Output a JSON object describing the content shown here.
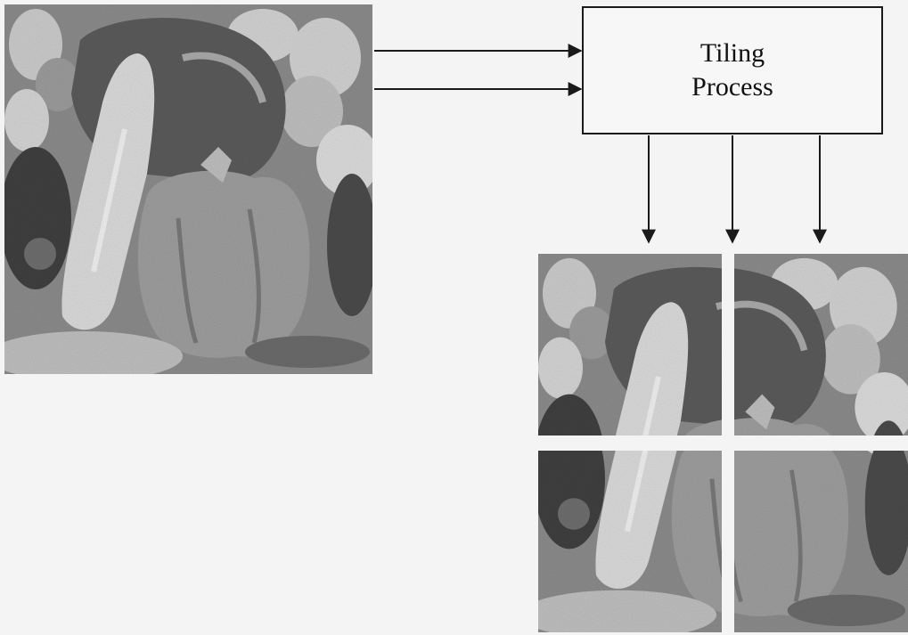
{
  "diagram": {
    "process_label_line1": "Tiling",
    "process_label_line2": "Process"
  },
  "images": {
    "source": "source-pepper-image",
    "tiles": [
      "tile-top-left",
      "tile-top-right",
      "tile-bottom-left",
      "tile-bottom-right"
    ]
  }
}
